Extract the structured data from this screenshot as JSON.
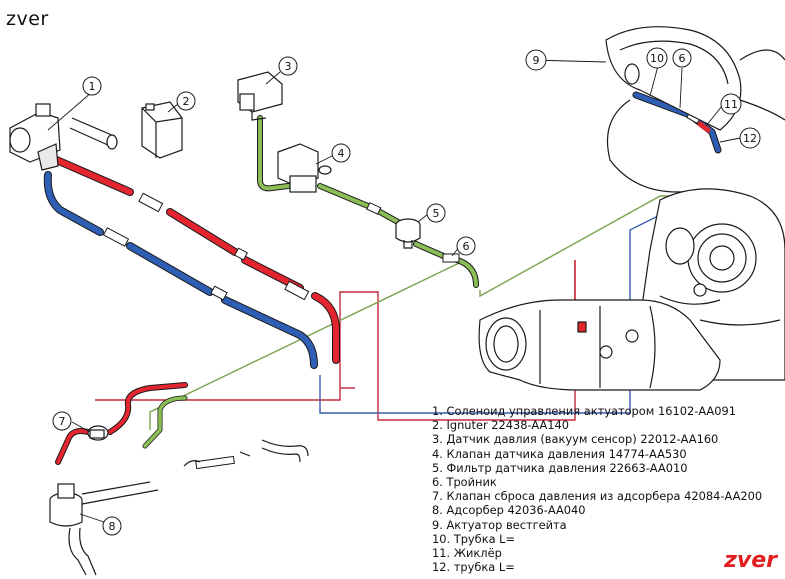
{
  "watermark_top": "zver",
  "watermark_bottom": "zver",
  "colors": {
    "red_hose": "#e3252f",
    "blue_hose": "#2f5fb4",
    "green_hose": "#8bbf56",
    "red_line": "#c8283a",
    "blue_line": "#3a5bb0",
    "green_line": "#7aa24e",
    "drawing": "#1a1a1a"
  },
  "callouts": [
    "1",
    "2",
    "3",
    "4",
    "5",
    "6",
    "7",
    "8",
    "9",
    "10",
    "6",
    "11",
    "12"
  ],
  "legend": [
    "1. Соленоид управления актуатором 16102-AA091",
    "2. Ignuter 22438-AA140",
    "3. Датчик давлия (вакуум сенсор) 22012-AA160",
    "4. Клапан датчика давления 14774-AA530",
    "5. Фильтр датчика давления 22663-AA010",
    "6. Тройник",
    "7. Клапан сброса давления из адсорбера 42084-AA200",
    "8. Адсорбер 42036-AA040",
    "9. Актуатор вестгейта",
    "10. Трубка L=",
    "11. Жиклёр",
    "12. трубка L="
  ]
}
